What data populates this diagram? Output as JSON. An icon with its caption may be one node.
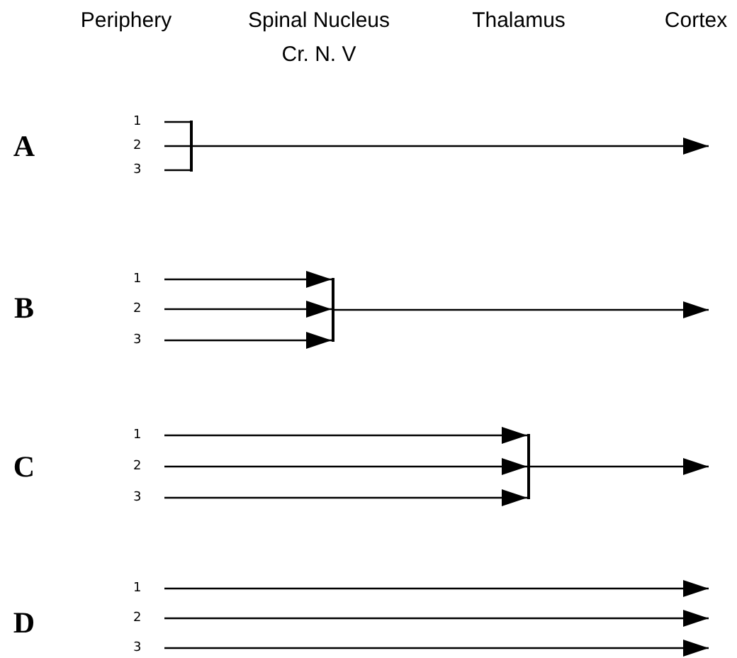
{
  "diagram": {
    "nodes": [
      {
        "text": [
          "1"
        ]
      },
      {
        "text": [
          "2"
        ]
      },
      {
        "text": [
          "3"
        ]
      },
      {
        "text": [],
        "shape": "bar"
      },
      {
        "text": [
          "1"
        ]
      },
      {
        "text": [
          "2"
        ]
      },
      {
        "text": [
          "3"
        ]
      },
      {
        "text": [],
        "shape": "bar"
      },
      {
        "text": [
          "1"
        ]
      },
      {
        "text": [
          "2"
        ]
      },
      {
        "text": [
          "3"
        ]
      },
      {
        "text": [],
        "shape": "bar"
      },
      {
        "text": [
          "1"
        ]
      },
      {
        "text": [
          "2"
        ]
      },
      {
        "text": [
          "3"
        ]
      }
    ],
    "edges": [
      {
        "from": 0,
        "to": 3,
        "arrow": "none"
      },
      {
        "from": 1,
        "to": 3,
        "arrow": "none"
      },
      {
        "from": 2,
        "to": 3,
        "arrow": "none"
      },
      {
        "from": 3,
        "to": null,
        "arrow": "to"
      },
      {
        "from": 4,
        "to": 7,
        "arrow": "to"
      },
      {
        "from": 5,
        "to": 7,
        "arrow": "to"
      },
      {
        "from": 6,
        "to": 7,
        "arrow": "to"
      },
      {
        "from": 7,
        "to": null,
        "arrow": "to"
      },
      {
        "from": 8,
        "to": 11,
        "arrow": "to"
      },
      {
        "from": 9,
        "to": 11,
        "arrow": "to"
      },
      {
        "from": 10,
        "to": 11,
        "arrow": "to"
      },
      {
        "from": 11,
        "to": null,
        "arrow": "to"
      },
      {
        "from": 12,
        "to": null,
        "arrow": "to"
      },
      {
        "from": 13,
        "to": null,
        "arrow": "to"
      },
      {
        "from": 14,
        "to": null,
        "arrow": "to"
      }
    ],
    "labels": [
      "Periphery",
      "Spinal Nucleus Cr. N. V",
      "Thalamus",
      "Cortex",
      "A",
      "B",
      "C",
      "D"
    ]
  }
}
